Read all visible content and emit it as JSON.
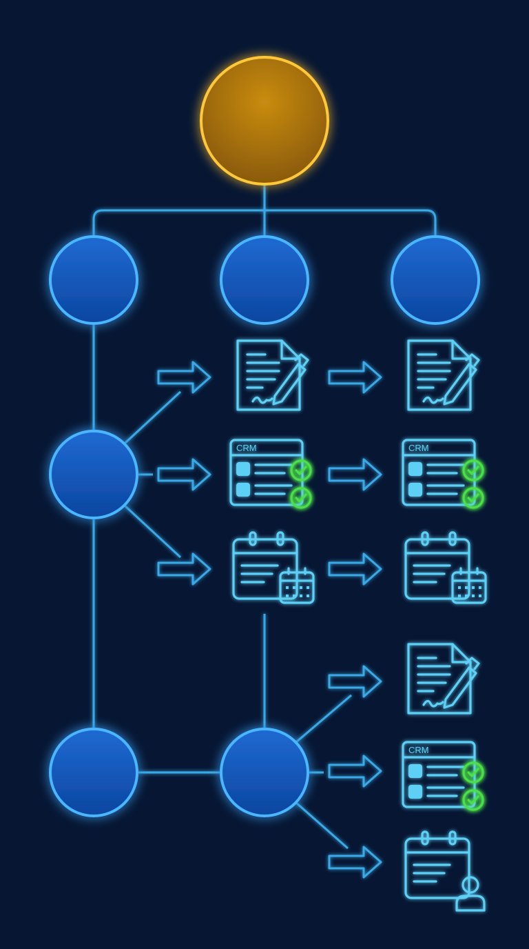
{
  "labels": {
    "crm": "CRM"
  },
  "colors": {
    "background": "#061633",
    "root": "#d99a16",
    "node": "#1a5fc0",
    "line": "#3aa9e6",
    "icon": "#5fd0f5",
    "check": "#4be04a"
  },
  "icons": [
    {
      "type": "document-sign",
      "name": "contract-icon"
    },
    {
      "type": "crm",
      "name": "crm-icon"
    },
    {
      "type": "calendar",
      "name": "calendar-icon"
    }
  ]
}
